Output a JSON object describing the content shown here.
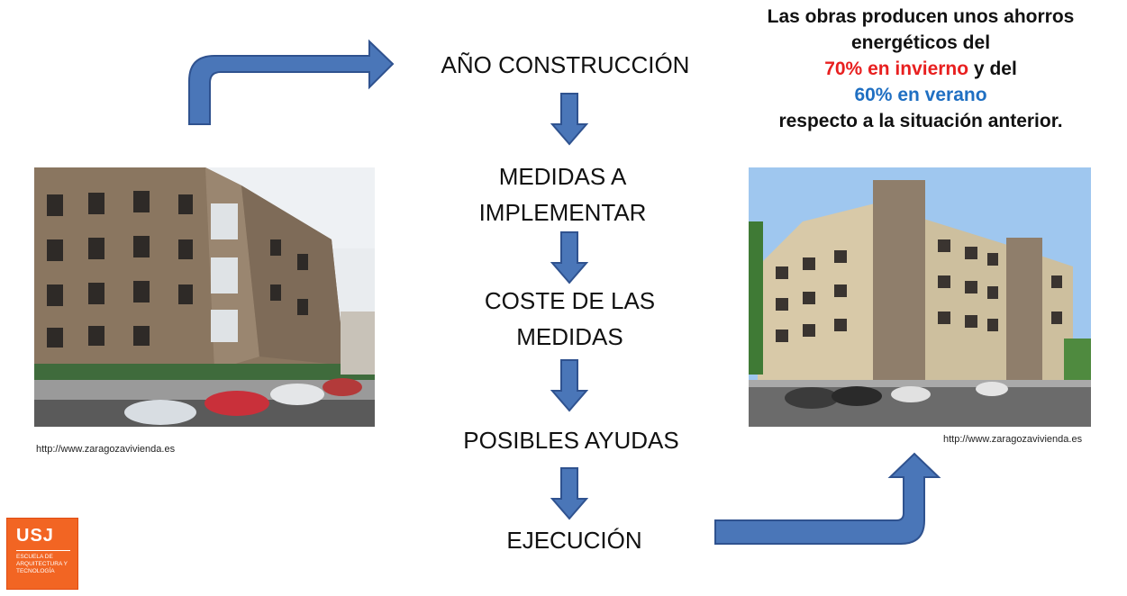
{
  "flow": {
    "steps": [
      "AÑO CONSTRUCCIÓN",
      "MEDIDAS A IMPLEMENTAR",
      "COSTE DE LAS MEDIDAS",
      "POSIBLES AYUDAS",
      "EJECUCIÓN"
    ]
  },
  "note": {
    "line1": "Las obras producen unos ahorros energéticos del",
    "winter": "70% en invierno",
    "connector": " y del",
    "summer": "60% en verano",
    "line_end": "respecto a la situación anterior."
  },
  "images": {
    "before_source": "http://www.zaragozavivienda.es",
    "after_source": "http://www.zaragozavivienda.es"
  },
  "logo": {
    "title": "USJ",
    "subtitle": "ESCUELA DE ARQUITECTURA Y TECNOLOGÍA"
  },
  "colors": {
    "arrow": "#4a76b8",
    "arrow_border": "#2f528f",
    "winter": "#e81f1f",
    "summer": "#1f6fc2",
    "logo": "#f26523"
  }
}
